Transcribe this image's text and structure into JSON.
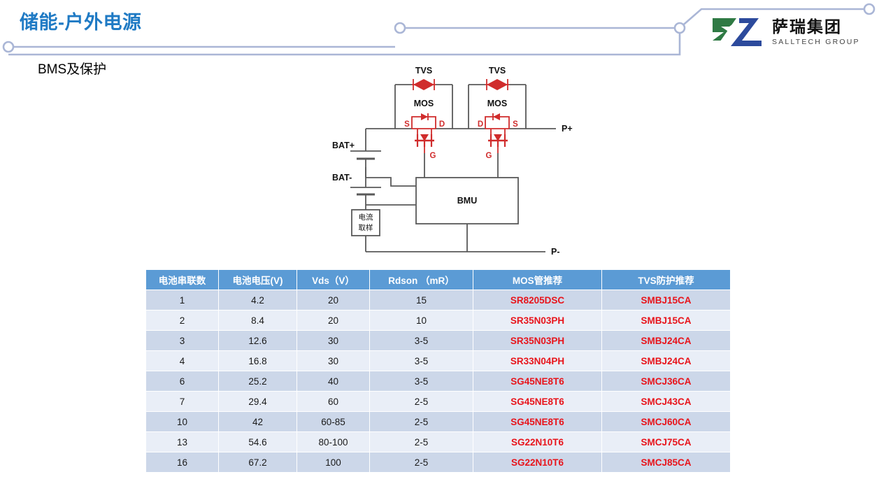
{
  "header": {
    "title": "储能-户外电源",
    "subtitle": "BMS及保护",
    "accent_color": "#1f7ac4",
    "deco_line_color": "#aab6d6"
  },
  "logo": {
    "name_cn": "萨瑞集团",
    "name_en": "SALLTECH GROUP",
    "mark_green": "#2f7a44",
    "mark_blue": "#2c4a9c"
  },
  "diagram": {
    "labels": {
      "tvs_left": "TVS",
      "tvs_right": "TVS",
      "mos_left": "MOS",
      "mos_right": "MOS",
      "left_s": "S",
      "left_d": "D",
      "left_g": "G",
      "right_d": "D",
      "right_s": "S",
      "right_g": "G",
      "bat_pos": "BAT+",
      "bat_neg": "BAT-",
      "shunt_line1": "电流",
      "shunt_line2": "取样",
      "bmu": "BMU",
      "p_pos": "P+",
      "p_neg": "P-"
    },
    "wire_color": "#595959",
    "device_color": "#d02c2c"
  },
  "table": {
    "header_bg": "#5b9bd5",
    "part_color": "#e8141b",
    "columns": [
      "电池串联数",
      "电池电压(V)",
      "Vds（V）",
      "Rdson （mR）",
      "MOS管推荐",
      "TVS防护推荐"
    ],
    "rows": [
      {
        "cells": [
          "1",
          "4.2",
          "20",
          "15",
          "SR8205DSC",
          "SMBJ15CA"
        ]
      },
      {
        "cells": [
          "2",
          "8.4",
          "20",
          "10",
          "SR35N03PH",
          "SMBJ15CA"
        ]
      },
      {
        "cells": [
          "3",
          "12.6",
          "30",
          "3-5",
          "SR35N03PH",
          "SMBJ24CA"
        ]
      },
      {
        "cells": [
          "4",
          "16.8",
          "30",
          "3-5",
          "SR33N04PH",
          "SMBJ24CA"
        ]
      },
      {
        "cells": [
          "6",
          "25.2",
          "40",
          "3-5",
          "SG45NE8T6",
          "SMCJ36CA"
        ]
      },
      {
        "cells": [
          "7",
          "29.4",
          "60",
          "2-5",
          "SG45NE8T6",
          "SMCJ43CA"
        ]
      },
      {
        "cells": [
          "10",
          "42",
          "60-85",
          "2-5",
          "SG45NE8T6",
          "SMCJ60CA"
        ]
      },
      {
        "cells": [
          "13",
          "54.6",
          "80-100",
          "2-5",
          "SG22N10T6",
          "SMCJ75CA"
        ]
      },
      {
        "cells": [
          "16",
          "67.2",
          "100",
          "2-5",
          "SG22N10T6",
          "SMCJ85CA"
        ]
      }
    ]
  }
}
